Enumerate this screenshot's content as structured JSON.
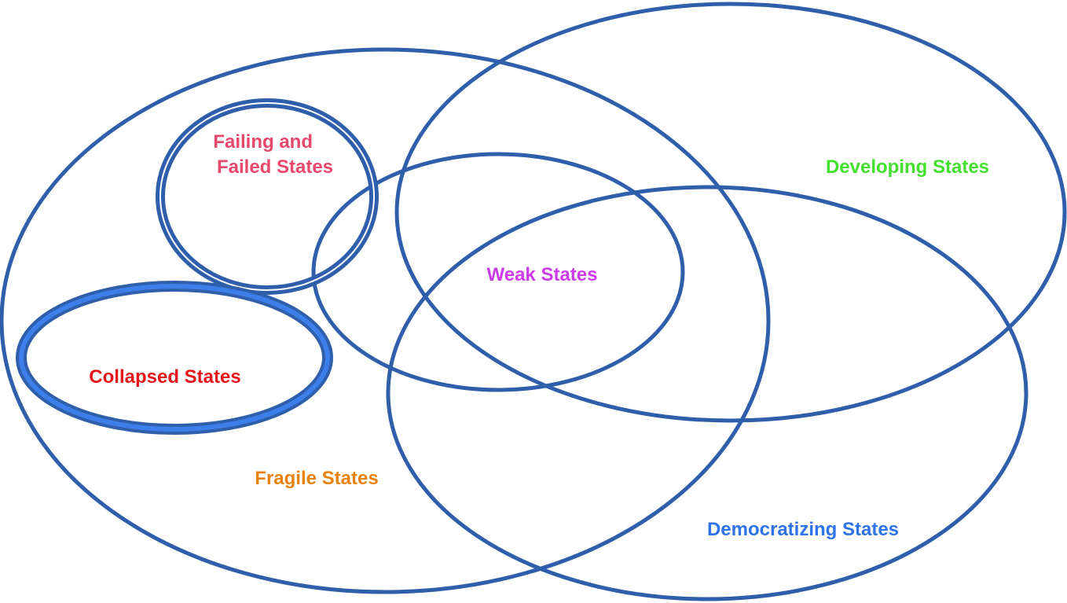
{
  "diagram": {
    "colors": {
      "ellipse_stroke": "#2F5FAA",
      "collapsed_highlight": "#3C7FEB"
    },
    "sets": {
      "fragile": {
        "label": "Fragile States",
        "color": "#E8820C"
      },
      "developing": {
        "label": "Developing States",
        "color": "#44E02E"
      },
      "weak": {
        "label": "Weak States",
        "color": "#CC3BEA"
      },
      "democratizing": {
        "label": "Democratizing States",
        "color": "#2E73E8"
      },
      "failing": {
        "label_line1": "Failing and",
        "label_line2": "Failed States",
        "color": "#E8486B"
      },
      "collapsed": {
        "label": "Collapsed States",
        "color": "#E5151B"
      }
    }
  }
}
